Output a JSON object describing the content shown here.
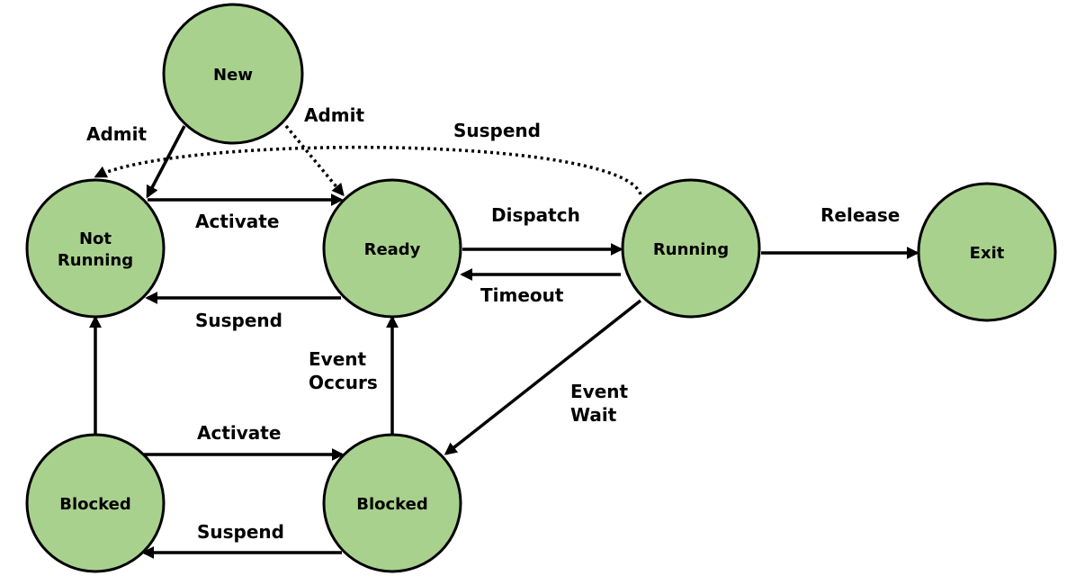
{
  "nodes": {
    "new": "New",
    "not_running_1": "Not",
    "not_running_2": "Running",
    "ready": "Ready",
    "running": "Running",
    "exit": "Exit",
    "blocked_left": "Blocked",
    "blocked_right": "Blocked"
  },
  "edges": {
    "admit_left": "Admit",
    "admit_right": "Admit",
    "suspend_top": "Suspend",
    "activate_top": "Activate",
    "dispatch": "Dispatch",
    "release": "Release",
    "timeout": "Timeout",
    "suspend_mid": "Suspend",
    "event_occurs_1": "Event",
    "event_occurs_2": "Occurs",
    "event_wait_1": "Event",
    "event_wait_2": "Wait",
    "activate_bottom": "Activate",
    "suspend_bottom": "Suspend"
  },
  "colors": {
    "node_fill": "#a9d18e",
    "stroke": "#000000"
  }
}
